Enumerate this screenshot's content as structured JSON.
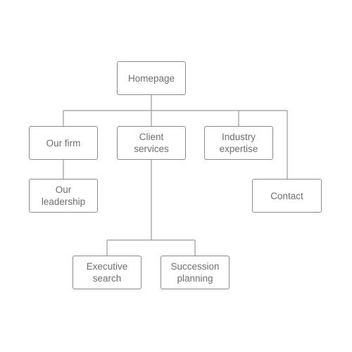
{
  "sitemap": {
    "homepage": "Homepage",
    "our_firm": "Our firm",
    "client_services": "Client\nservices",
    "industry_expertise": "Industry\nexpertise",
    "our_leadership": "Our\nleadership",
    "contact": "Contact",
    "executive_search": "Executive\nsearch",
    "succession_planning": "Succession\nplanning"
  },
  "colors": {
    "border": "#8a8a8a",
    "text": "#6e6e6e",
    "connector": "#9a9a9a"
  }
}
